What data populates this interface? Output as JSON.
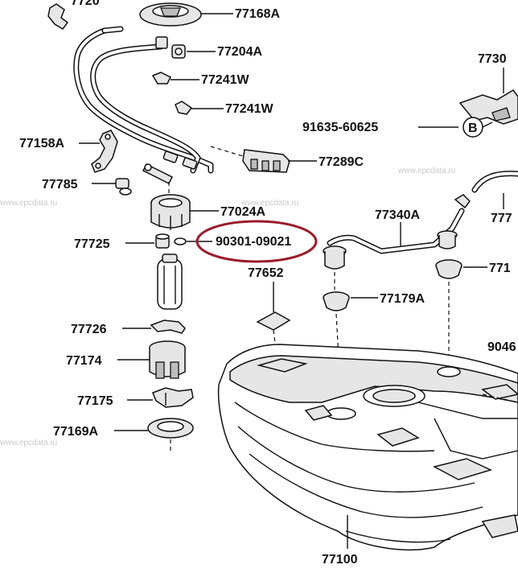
{
  "labels": {
    "p77168A": "77168A",
    "p77204A": "77204A",
    "p77241W_1": "77241W",
    "p77241W_2": "77241W",
    "p77158A": "77158A",
    "p77289C": "77289C",
    "p77785": "77785",
    "p77024A": "77024A",
    "p77725": "77725",
    "p90301": "90301-09021",
    "p77652": "77652",
    "p77726": "77726",
    "p77174": "77174",
    "p77175": "77175",
    "p77169A": "77169A",
    "p77100": "77100",
    "p77340A": "77340A",
    "p77179A": "77179A",
    "p91635": "91635-60625",
    "callout_b": "B",
    "p7730_partial": "7730",
    "p7717_partial": "771",
    "p9046_partial": "9046",
    "p777_partial": "777",
    "p7720_top_partial": "7720"
  },
  "watermark": "www.epcdata.ru",
  "colors": {
    "highlight": "#9b1c2a",
    "line": "#111111",
    "watermark": "#c9c9c9"
  }
}
